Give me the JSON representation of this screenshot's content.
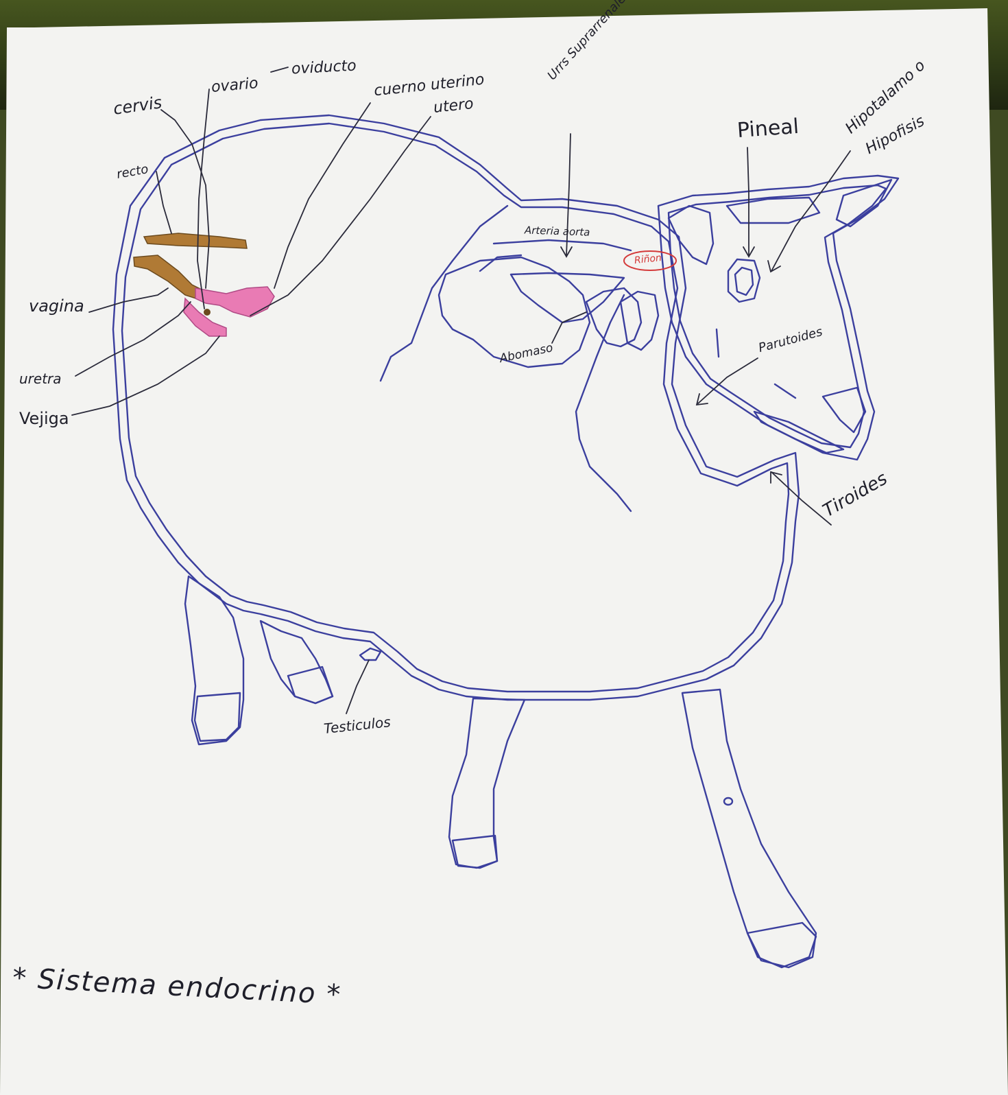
{
  "labels": {
    "cervix": "cervis",
    "ovary": "ovario",
    "oviduct": "oviducto",
    "uterine_horn": "cuerno uterino",
    "uterus": "utero",
    "adrenal": "Urrs Suprarrenales",
    "pineal": "Pineal",
    "hypothalamus": "Hipotalamo o",
    "pituitary": "Hipofisis",
    "rectum": "recto",
    "aorta": "Arteria aorta",
    "kidney": "Riñon",
    "vagina": "vagina",
    "urethra": "uretra",
    "bladder": "Vejiga",
    "abomasum": "Abomaso",
    "parotid": "Parutoides",
    "thyroid": "Tiroides",
    "testicles": "Testiculos",
    "title": "* Sistema endocrino *"
  },
  "colors": {
    "ink": "#3b3f9e",
    "label_ink": "#22222e",
    "rectum_fill": "#b07a35",
    "genital_fill": "#e97bb4",
    "kidney_ink": "#d43a3a",
    "paper": "#f3f3f1"
  }
}
